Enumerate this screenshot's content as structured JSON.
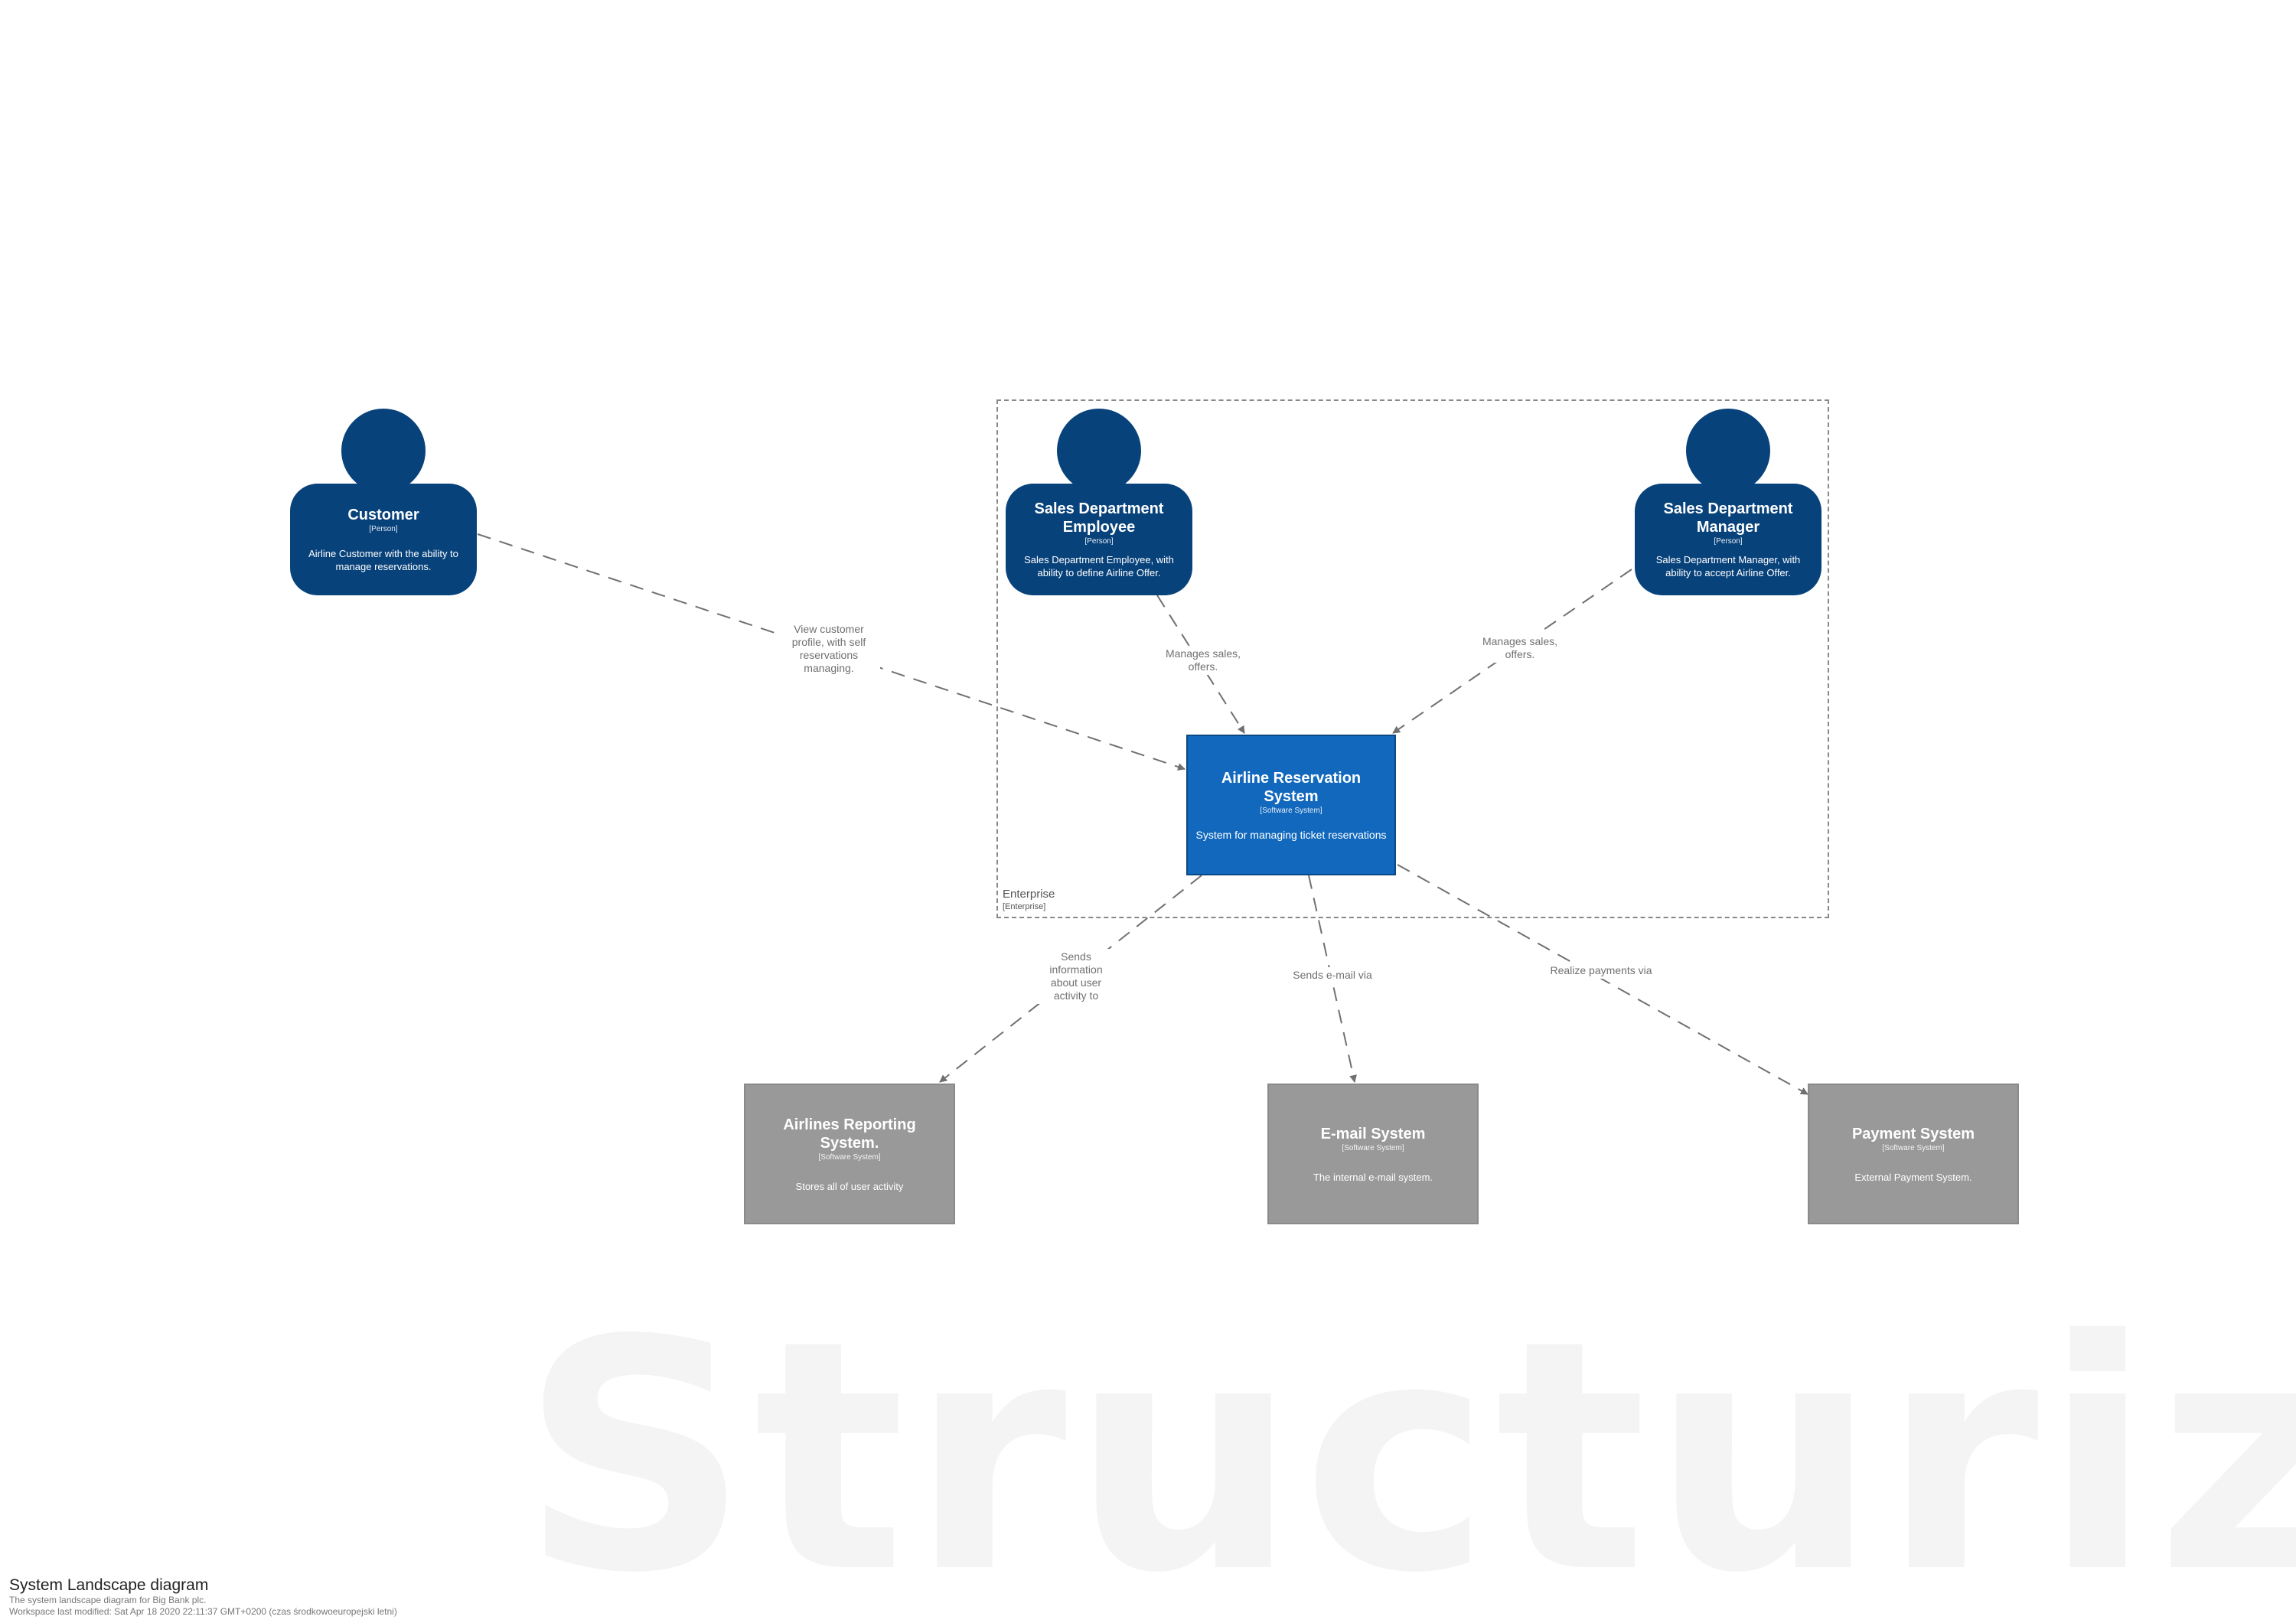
{
  "watermark": "Structurizr",
  "boundary": {
    "label": "Enterprise",
    "tag": "[Enterprise]"
  },
  "people": [
    {
      "title": "Customer",
      "tag": "[Person]",
      "description": "Airline Customer with the ability to manage reservations."
    },
    {
      "title": "Sales Department Employee",
      "tag": "[Person]",
      "description": "Sales Department Employee, with ability to define Airline Offer."
    },
    {
      "title": "Sales Department Manager",
      "tag": "[Person]",
      "description": "Sales Department Manager, with ability to accept Airline Offer."
    }
  ],
  "systems": [
    {
      "title": "Airline Reservation System",
      "tag": "[Software System]",
      "description": "System for managing ticket reservations"
    },
    {
      "title": "Airlines Reporting System.",
      "tag": "[Software System]",
      "description": "Stores all of user activity"
    },
    {
      "title": "E-mail System",
      "tag": "[Software System]",
      "description": "The internal e-mail system."
    },
    {
      "title": "Payment System",
      "tag": "[Software System]",
      "description": "External Payment System."
    }
  ],
  "relationships": [
    {
      "label": "View customer profile, with self reservations managing."
    },
    {
      "label": "Manages sales, offers."
    },
    {
      "label": "Manages sales, offers."
    },
    {
      "label": "Sends information about user activity to"
    },
    {
      "label": "Sends e-mail via"
    },
    {
      "label": "Realize payments via"
    }
  ],
  "colors": {
    "person": "#08427b",
    "internal_system": "#1168bd",
    "external_system": "#999999",
    "edge": "#707070",
    "boundary": "#888888"
  },
  "caption": {
    "title": "System Landscape diagram",
    "subtitle": "The system landscape diagram for Big Bank plc.",
    "modified": "Workspace last modified: Sat Apr 18 2020 22:11:37 GMT+0200 (czas środkowoeuropejski letni)"
  }
}
